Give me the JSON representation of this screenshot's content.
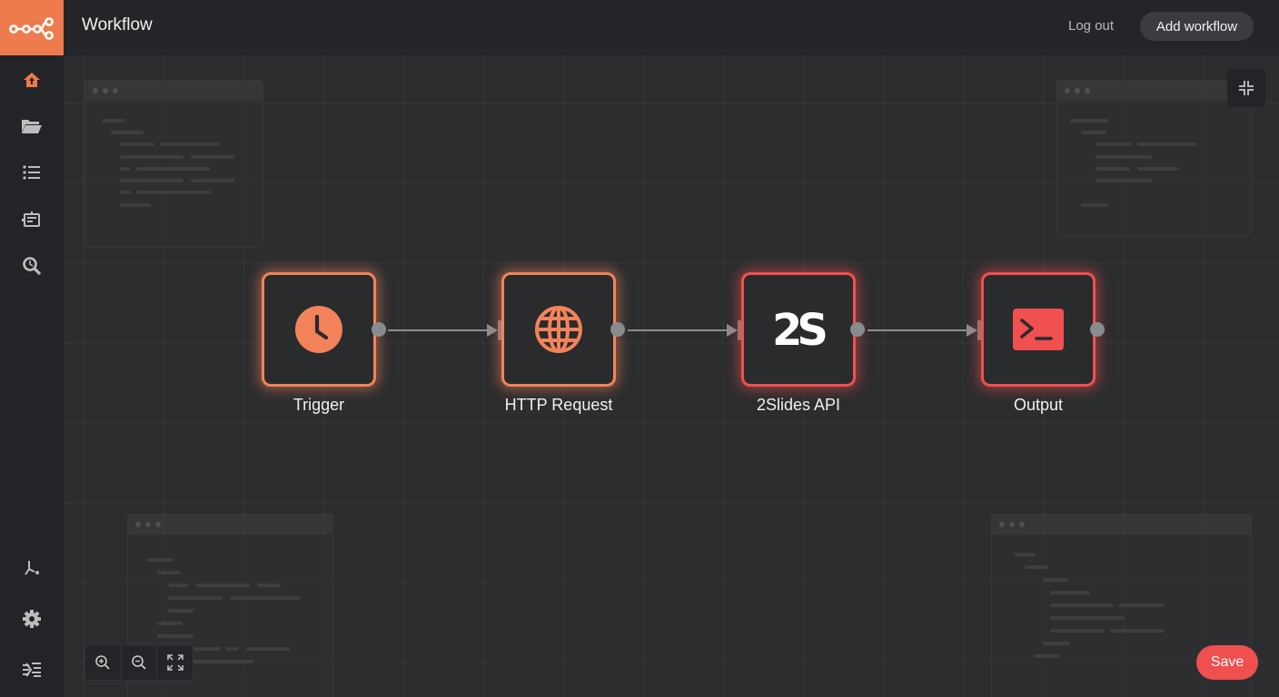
{
  "app": {
    "title": "Workflow",
    "logo_icon": "n8n-logo-icon",
    "brand_color": "#ee7b4d"
  },
  "header": {
    "logout_label": "Log out",
    "add_workflow_label": "Add workflow"
  },
  "sidebar": {
    "items": [
      {
        "icon": "home-icon",
        "active": true
      },
      {
        "icon": "folder-icon"
      },
      {
        "icon": "list-icon"
      },
      {
        "icon": "templates-icon"
      },
      {
        "icon": "search-icon"
      }
    ],
    "bottom_items": [
      {
        "icon": "branch-icon"
      },
      {
        "icon": "gear-icon"
      },
      {
        "icon": "collapse-icon"
      }
    ]
  },
  "nodes": [
    {
      "label": "Trigger",
      "icon": "clock-icon",
      "accent": "#f2835a"
    },
    {
      "label": "HTTP Request",
      "icon": "globe-icon",
      "accent": "#f2835a"
    },
    {
      "label": "2Slides API",
      "icon": "2slides-logo-icon",
      "logo_text": "2S",
      "accent": "#f0504f"
    },
    {
      "label": "Output",
      "icon": "terminal-icon",
      "accent": "#f0504f"
    }
  ],
  "canvas_controls": {
    "zoom_in_icon": "zoom-in-icon",
    "zoom_out_icon": "zoom-out-icon",
    "fit_icon": "fit-view-icon",
    "collapse_icon": "minimize-icon"
  },
  "footer": {
    "save_label": "Save",
    "save_color": "#ef4f4f"
  }
}
